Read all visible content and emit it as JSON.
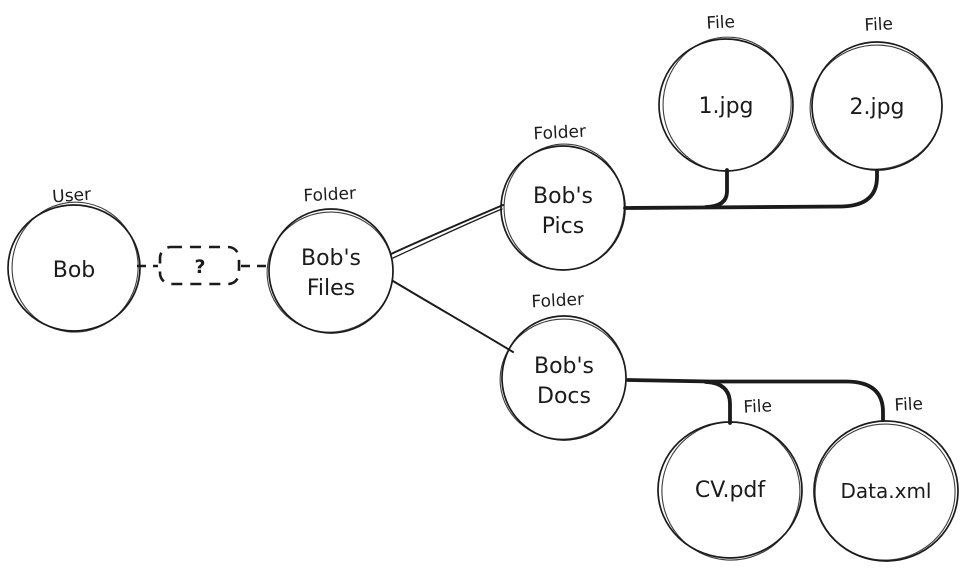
{
  "diagram": {
    "background_color": "#ffffff",
    "stroke_color": "#1b1b1b",
    "nodes": [
      {
        "id": "bob",
        "type_label": "User",
        "label1": "Bob",
        "label2": ""
      },
      {
        "id": "bobs-files",
        "type_label": "Folder",
        "label1": "Bob's",
        "label2": "Files"
      },
      {
        "id": "bobs-pics",
        "type_label": "Folder",
        "label1": "Bob's",
        "label2": "Pics"
      },
      {
        "id": "file-1jpg",
        "type_label": "File",
        "label1": "1.jpg",
        "label2": ""
      },
      {
        "id": "file-2jpg",
        "type_label": "File",
        "label1": "2.jpg",
        "label2": ""
      },
      {
        "id": "bobs-docs",
        "type_label": "Folder",
        "label1": "Bob's",
        "label2": "Docs"
      },
      {
        "id": "file-cvpdf",
        "type_label": "File",
        "label1": "CV.pdf",
        "label2": ""
      },
      {
        "id": "file-dataxml",
        "type_label": "File",
        "label1": "Data.xml",
        "label2": ""
      }
    ],
    "unknown_relation": {
      "label": "?",
      "style": "dashed-box"
    },
    "edges": [
      {
        "from": "Bob",
        "to": "?",
        "style": "dashed"
      },
      {
        "from": "?",
        "to": "Bob's Files",
        "style": "dashed"
      },
      {
        "from": "Bob's Files",
        "to": "Bob's Pics",
        "style": "solid"
      },
      {
        "from": "Bob's Files",
        "to": "Bob's Docs",
        "style": "solid"
      },
      {
        "from": "Bob's Pics",
        "to": "1.jpg",
        "style": "solid-thick"
      },
      {
        "from": "Bob's Pics",
        "to": "2.jpg",
        "style": "solid-thick"
      },
      {
        "from": "Bob's Docs",
        "to": "CV.pdf",
        "style": "solid-thick"
      },
      {
        "from": "Bob's Docs",
        "to": "Data.xml",
        "style": "solid-thick"
      }
    ]
  }
}
